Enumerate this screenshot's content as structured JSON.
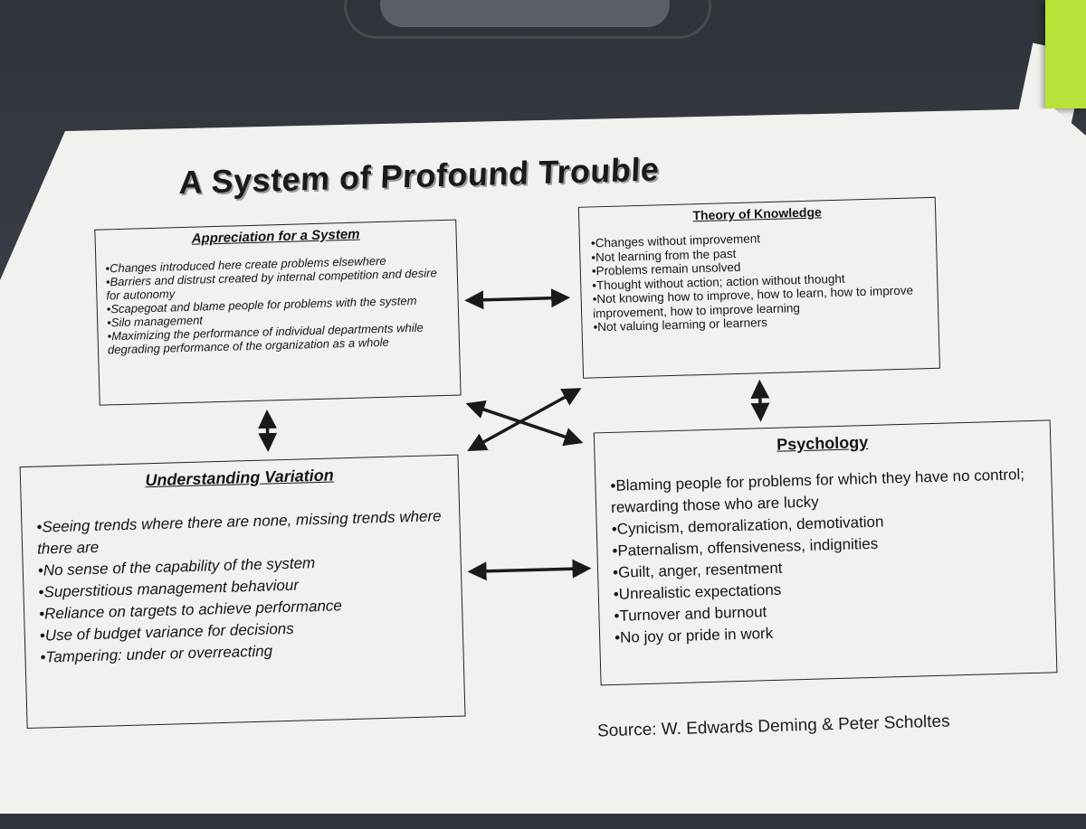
{
  "title": "A System of Profound Trouble",
  "boxes": {
    "appreciation": {
      "heading": "Appreciation for a System",
      "items": [
        "Changes introduced here create problems elsewhere",
        "Barriers and distrust created by internal competition and desire for autonomy",
        "Scapegoat and blame people for problems with the system",
        "Silo management",
        "Maximizing the performance of individual departments while degrading performance of the organization as a whole"
      ]
    },
    "theory": {
      "heading": "Theory of Knowledge",
      "items": [
        "Changes without improvement",
        "Not learning from the past",
        "Problems remain unsolved",
        "Thought without action; action without thought",
        "Not knowing how to improve, how to learn, how to improve improvement, how to improve learning",
        "Not valuing learning or learners"
      ]
    },
    "variation": {
      "heading": "Understanding Variation",
      "items": [
        "Seeing trends where there are none, missing trends where there are",
        "No sense of the capability of the system",
        "Superstitious management behaviour",
        "Reliance on targets to achieve performance",
        "Use of budget variance for decisions",
        "Tampering: under or overreacting"
      ]
    },
    "psychology": {
      "heading": "Psychology",
      "items": [
        "Blaming people for problems for which they have no control; rewarding those who are lucky",
        "Cynicism, demoralization, demotivation",
        "Paternalism, offensiveness, indignities",
        "Guilt, anger, resentment",
        "Unrealistic expectations",
        "Turnover and burnout",
        "No joy or pride in work"
      ]
    }
  },
  "source": "Source: W. Edwards Deming & Peter Scholtes"
}
